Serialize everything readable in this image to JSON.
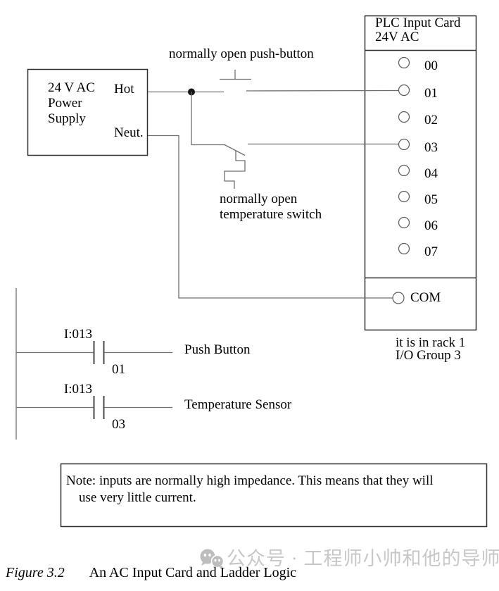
{
  "colors": {
    "wire": "#6f6f6f",
    "border": "#2f2f2f",
    "watermark_gray": "#c8c8c8"
  },
  "power_supply": {
    "label": "24 V AC Power Supply",
    "hot_label": "Hot",
    "neutral_label": "Neut."
  },
  "push_button_label": "normally open push-button",
  "temperature_switch_label": "normally open temperature switch",
  "plc_card": {
    "title": "PLC Input Card",
    "voltage": "24V AC",
    "channels": [
      "00",
      "01",
      "02",
      "03",
      "04",
      "05",
      "06",
      "07"
    ],
    "com_label": "COM",
    "location_line1": "it is in rack 1",
    "location_line2": "I/O Group 3"
  },
  "ladder": {
    "rungs": [
      {
        "address": "I:013",
        "bit": "01",
        "label": "Push Button"
      },
      {
        "address": "I:013",
        "bit": "03",
        "label": "Temperature Sensor"
      }
    ]
  },
  "note": {
    "line1": "Note: inputs are normally high impedance. This means that they will",
    "line2": "use very little current."
  },
  "caption": {
    "figure_label": "Figure 3.2",
    "title": "An AC Input Card and Ladder Logic"
  },
  "watermark": {
    "text": "公众号 · 工程师小帅和他的导师"
  }
}
